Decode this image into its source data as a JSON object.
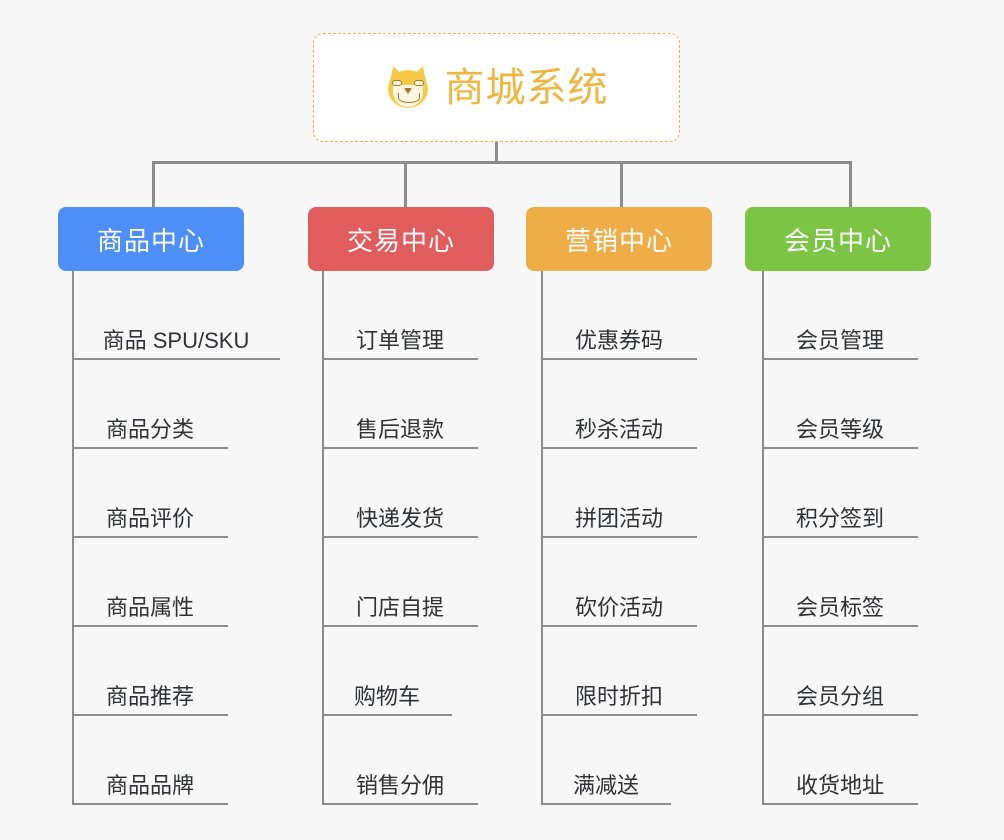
{
  "page": {
    "background_color": "#f7f7f7",
    "line_color": "#8c8c8c",
    "leaf_text_color": "#303133"
  },
  "root": {
    "title": "商城系统",
    "icon": "shiba-dog-face-icon",
    "text_color": "#f0b63f",
    "border_color": "#edb254",
    "background_color": "#ffffff"
  },
  "categories": [
    {
      "label": "商品中心",
      "color": "#4d8ef7",
      "items": [
        "商品 SPU/SKU",
        "商品分类",
        "商品评价",
        "商品属性",
        "商品推荐",
        "商品品牌"
      ]
    },
    {
      "label": "交易中心",
      "color": "#e15c5c",
      "items": [
        "订单管理",
        "售后退款",
        "快递发货",
        "门店自提",
        "购物车",
        "销售分佣"
      ]
    },
    {
      "label": "营销中心",
      "color": "#eead46",
      "items": [
        "优惠券码",
        "秒杀活动",
        "拼团活动",
        "砍价活动",
        "限时折扣",
        "满减送"
      ]
    },
    {
      "label": "会员中心",
      "color": "#7bc444",
      "items": [
        "会员管理",
        "会员等级",
        "积分签到",
        "会员标签",
        "会员分组",
        "收货地址"
      ]
    }
  ]
}
